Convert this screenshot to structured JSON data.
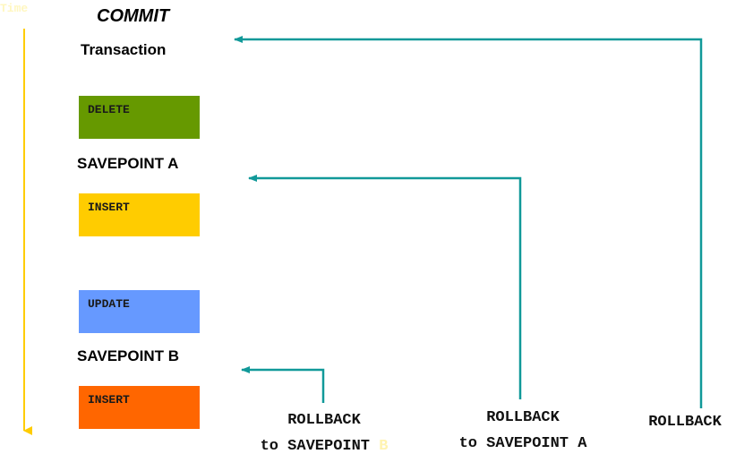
{
  "time_axis": {
    "label": "Time",
    "color": "#ffcc00"
  },
  "commit": {
    "label": "COMMIT"
  },
  "transaction": {
    "label": "Transaction"
  },
  "operations": [
    {
      "label": "DELETE",
      "color": "#669900"
    },
    {
      "label": "INSERT",
      "color": "#ffcc00"
    },
    {
      "label": "UPDATE",
      "color": "#6699ff"
    },
    {
      "label": "INSERT",
      "color": "#ff6600"
    }
  ],
  "savepoints": {
    "a": "SAVEPOINT A",
    "b": "SAVEPOINT B"
  },
  "rollbacks": {
    "to_b": {
      "line1": "ROLLBACK",
      "line2": "to SAVEPOINT",
      "suffix": "B"
    },
    "to_a": {
      "line1": "ROLLBACK",
      "line2": "to SAVEPOINT A"
    },
    "full": {
      "label": "ROLLBACK"
    }
  },
  "arrow_color": "#119999"
}
